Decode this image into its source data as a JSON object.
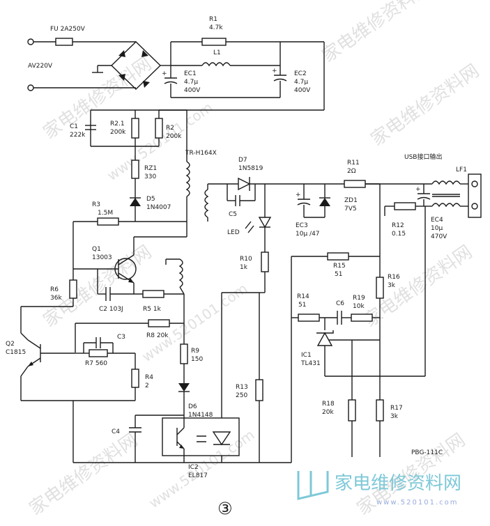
{
  "labels": {
    "fuse": "FU 2A250V",
    "ac_input": "AV220V",
    "r1_name": "R1",
    "r1_val": "4.7k",
    "l1": "L1",
    "ec1_name": "EC1",
    "ec1_val": "4.7μ",
    "ec1_v": "400V",
    "ec2_name": "EC2",
    "ec2_val": "4.7μ",
    "ec2_v": "400V",
    "c1_name": "C1",
    "c1_val": "222k",
    "r21_name": "R2.1",
    "r21_val": "200k",
    "r2_name": "R2",
    "r2_val": "200k",
    "transformer": "TR-H164X",
    "rz1_name": "RZ1",
    "rz1_val": "330",
    "d5_name": "D5",
    "d5_val": "1N4007",
    "r3_name": "R3",
    "r3_val": "1.5M",
    "q1_name": "Q1",
    "q1_val": "13003",
    "r6_name": "R6",
    "r6_val": "36k",
    "c2": "C2 103J",
    "r5": "R5 1k",
    "r8": "R8 20k",
    "q2_name": "Q2",
    "q2_val": "C1815",
    "c3": "C3",
    "r7": "R7 560",
    "r4_name": "R4",
    "r4_val": "2",
    "r9_name": "R9",
    "r9_val": "150",
    "d6_name": "D6",
    "d6_val": "1N4148",
    "c4": "C4",
    "ic2_name": "IC2",
    "ic2_val": "EL817",
    "d7_name": "D7",
    "d7_val": "1N5819",
    "c5": "C5",
    "led": "LED",
    "r10_name": "R10",
    "r10_val": "1k",
    "r11_name": "R11",
    "r11_val": "2Ω",
    "ec3_name": "EC3",
    "ec3_val": "10μ /47",
    "zd1_name": "ZD1",
    "zd1_val": "7V5",
    "usb_out": "USB接口输出",
    "lf1": "LF1",
    "r12_name": "R12",
    "r12_val": "0.15",
    "ec4_name": "EC4",
    "ec4_val": "10μ",
    "ec4_v": "470V",
    "r15_name": "R15",
    "r15_val": "51",
    "r16_name": "R16",
    "r16_val": "3k",
    "r14_name": "R14",
    "r14_val": "51",
    "c6": "C6",
    "r19_name": "R19",
    "r19_val": "10k",
    "ic1_name": "IC1",
    "ic1_val": "TL431",
    "r13_name": "R13",
    "r13_val": "250",
    "r18_name": "R18",
    "r18_val": "20k",
    "r17_name": "R17",
    "r17_val": "3k",
    "board_id": "PBG-111C",
    "figure_number": "③"
  },
  "watermark": {
    "cn_text": "家电维修资料网",
    "url_text": "www.520101.com"
  },
  "brand": {
    "name": "家电维修资料网",
    "url": "www.520101.com",
    "color": "#7ec8d8"
  }
}
